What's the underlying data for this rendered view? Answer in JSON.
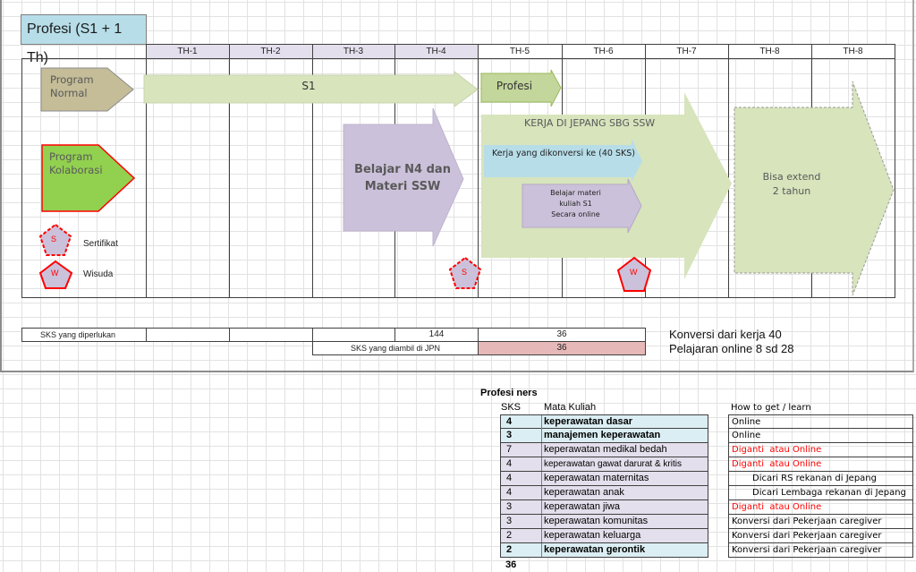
{
  "title": "Profesi (S1 + 1 Th)",
  "years": [
    "TH-1",
    "TH-2",
    "TH-3",
    "TH-4",
    "TH-5",
    "TH-6",
    "TH-7",
    "TH-8",
    "TH-8"
  ],
  "legend": {
    "program_normal": [
      "Program",
      "Normal"
    ],
    "program_kolaborasi": [
      "Program",
      "Kolaborasi"
    ],
    "sertifikat_symbol": "S",
    "sertifikat_label": "Sertifikat",
    "wisuda_symbol": "W",
    "wisuda_label": "Wisuda"
  },
  "arrows": {
    "s1": "S1",
    "profesi": "Profesi",
    "belajar_n4": [
      "Belajar N4 dan",
      "Materi SSW"
    ],
    "kerja": "KERJA DI JEPANG SBG SSW",
    "kerja_konversi": "Kerja yang dikonversi ke (40 SKS)",
    "belajar_online": [
      "Belajar materi",
      "kuliah S1",
      "Secara online"
    ],
    "extend": [
      "Bisa extend",
      "2 tahun"
    ]
  },
  "markers": {
    "s": "S",
    "w": "W"
  },
  "sks": {
    "required_label": "SKS yang diperlukan",
    "required_th4": "144",
    "required_th5": "36",
    "jpn_label": "SKS yang diambil di JPN",
    "jpn_value": "36",
    "note1": "Konversi dari kerja 40",
    "note2": "Pelajaran online 8 sd 28"
  },
  "table": {
    "title": "Profesi ners",
    "col_sks": "SKS",
    "col_mk": "Mata Kuliah",
    "col_how": "How to get / learn",
    "total": "36",
    "rows": [
      {
        "sks": "4",
        "mk": "keperawatan dasar",
        "how": "Online"
      },
      {
        "sks": "3",
        "mk": "manajemen keperawatan",
        "how": "Online"
      },
      {
        "sks": "7",
        "mk": "keperawatan medikal bedah",
        "how": "Diganti  atau Online"
      },
      {
        "sks": "4",
        "mk": "keperawatan gawat darurat & kritis",
        "how": "Diganti  atau Online"
      },
      {
        "sks": "4",
        "mk": "keperawatan maternitas",
        "how": "Dicari RS rekanan di Jepang"
      },
      {
        "sks": "4",
        "mk": "keperawatan anak",
        "how": "Dicari Lembaga rekanan di Jepang"
      },
      {
        "sks": "3",
        "mk": "keperawatan jiwa",
        "how": "Diganti  atau Online"
      },
      {
        "sks": "3",
        "mk": "keperawatan komunitas",
        "how": "Konversi dari Pekerjaan caregiver"
      },
      {
        "sks": "2",
        "mk": "keperawatan keluarga",
        "how": "Konversi dari Pekerjaan caregiver"
      },
      {
        "sks": "2",
        "mk": "keperawatan gerontik",
        "how": "Konversi dari Pekerjaan caregiver"
      }
    ]
  },
  "colors": {
    "blue": "#b7dde8",
    "purple": "#e4dfec",
    "green": "#d7e4bc",
    "red": "#ff0000",
    "pink": "#e6b8b7"
  }
}
